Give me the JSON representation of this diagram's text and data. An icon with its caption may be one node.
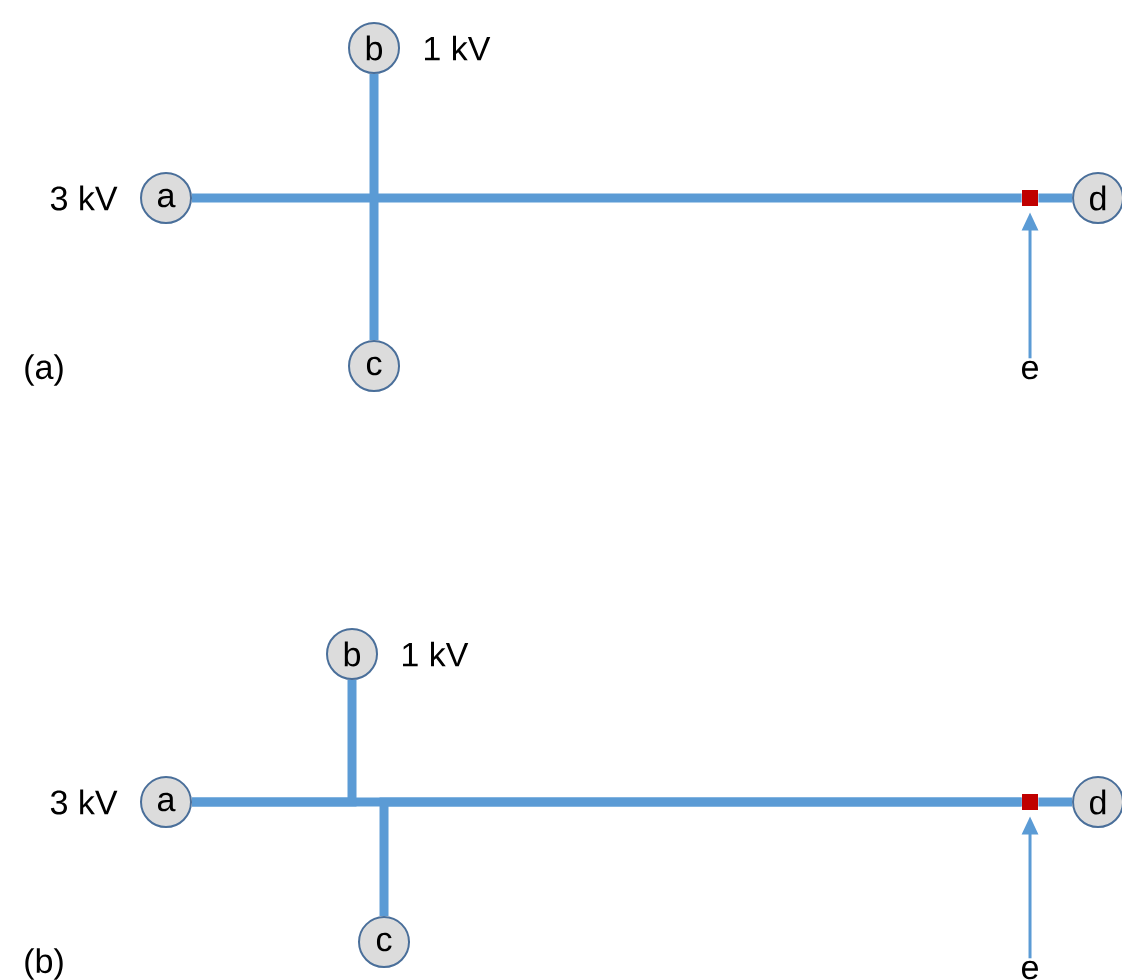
{
  "diagram": {
    "nodes": [
      {
        "text": [
          "b"
        ],
        "beside": [
          "1 kV"
        ]
      },
      {
        "text": [
          "a"
        ],
        "beside": [
          "3 kV"
        ]
      },
      {
        "text": [
          "c"
        ]
      },
      {
        "text": [],
        "shape": "box"
      },
      {
        "text": [
          "d"
        ]
      },
      {
        "text": [
          "e"
        ]
      },
      {
        "text": [
          "b"
        ],
        "beside": [
          "1 kV"
        ]
      },
      {
        "text": [
          "a"
        ],
        "beside": [
          "3 kV"
        ]
      },
      {
        "text": [
          "c"
        ]
      },
      {
        "text": [],
        "shape": "box"
      },
      {
        "text": [
          "d"
        ]
      },
      {
        "text": [
          "e"
        ]
      }
    ],
    "edges": [
      {
        "from": 1,
        "to": 3,
        "arrow": "none"
      },
      {
        "from": 3,
        "to": 4,
        "arrow": "none"
      },
      {
        "from": 0,
        "to": 2,
        "arrow": "none"
      },
      {
        "from": 5,
        "to": 3,
        "arrow": "to"
      },
      {
        "from": 7,
        "to": 9,
        "arrow": "none"
      },
      {
        "from": 9,
        "to": 10,
        "arrow": "none"
      },
      {
        "from": 6,
        "to": 7,
        "arrow": "none"
      },
      {
        "from": 8,
        "to": 9,
        "arrow": "none"
      },
      {
        "from": 11,
        "to": 9,
        "arrow": "to"
      }
    ],
    "labels": [
      "(a)",
      "(b)"
    ]
  }
}
